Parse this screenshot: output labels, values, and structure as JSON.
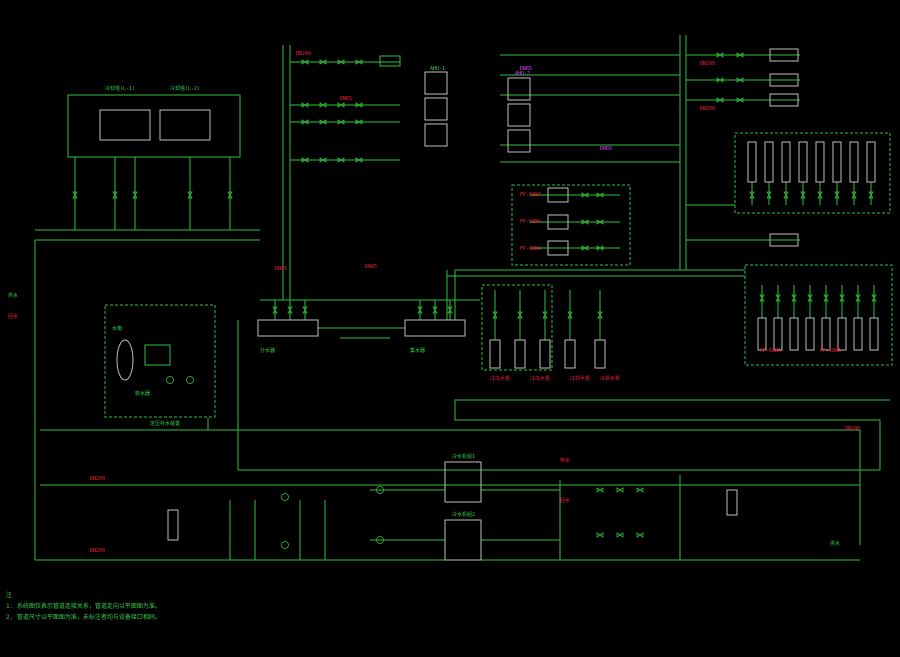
{
  "colors": {
    "background": "#000000",
    "pipe": "#2fbf3a",
    "pipe_dim": "#1f8f2a",
    "label_red": "#ff1f3a",
    "label_magenta": "#e040ff",
    "equipment": "#bfbfbf",
    "dashed_box": "#2fbf3a",
    "text_green": "#33d04a"
  },
  "notes": {
    "heading": "注",
    "line1": "1. 系统图仅表示管道连接关系，管道走向以平面图为准。",
    "line2": "2. 管道尺寸以平面图为准，未标注者均与设备接口相同。"
  },
  "labels": {
    "supply_header": "分水器",
    "return_header": "集水器",
    "expansion_tank": "定压补水装置",
    "cooling_tower_1": "冷却塔(L-1)",
    "cooling_tower_2": "冷却塔(L-2)",
    "chiller_1": "冷水机组1",
    "chiller_2": "冷水机组2",
    "pump_a": "冷冻水泵",
    "pump_b": "冷却水泵",
    "softener": "软水器",
    "water_tank": "水箱",
    "ahu_1": "AHU-1",
    "ahu_2": "AHU-2",
    "fcu_group": "FP-68WA",
    "main_pipe": "DN200",
    "branch_pipe": "DN65",
    "supply": "供水",
    "return": "回水"
  }
}
